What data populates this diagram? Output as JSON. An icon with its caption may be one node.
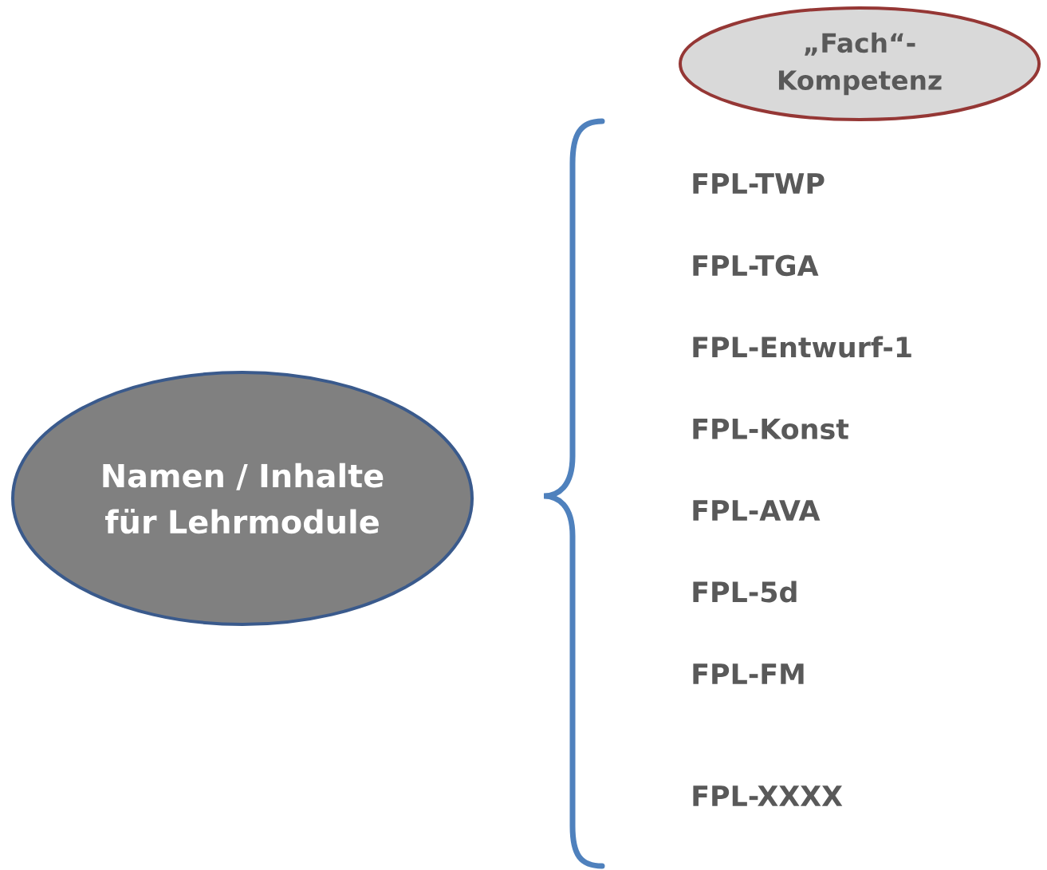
{
  "diagram": {
    "nodes": [
      {
        "text": [
          "Namen / Inhalte für Lehrmodule"
        ]
      },
      {
        "text": [
          "„Fach“- Kompetenz"
        ]
      }
    ],
    "labels": [
      "FPL-TWP",
      "FPL-TGA",
      "FPL-Entwurf-1",
      "FPL-Konst",
      "FPL-AVA",
      "FPL-5d",
      "FPL-FM",
      "FPL-XXXX"
    ]
  }
}
